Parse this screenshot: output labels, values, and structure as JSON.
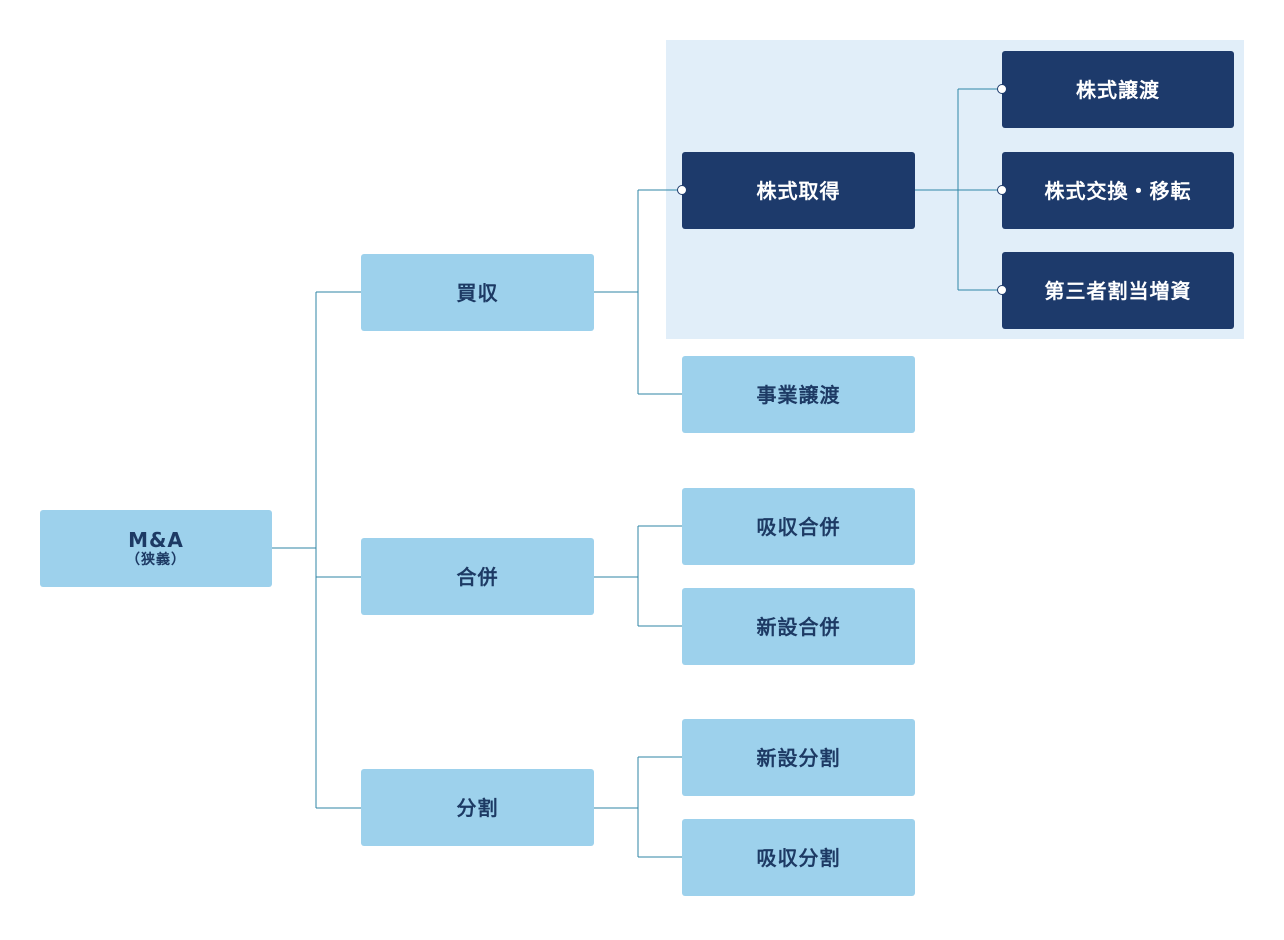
{
  "root": {
    "label": "M&A",
    "sublabel": "（狭義）"
  },
  "branches": {
    "acquisition": {
      "label": "買収",
      "children": {
        "share_acquisition": {
          "label": "株式取得",
          "children": [
            "株式譲渡",
            "株式交換・移転",
            "第三者割当増資"
          ]
        },
        "business_transfer": {
          "label": "事業譲渡"
        }
      }
    },
    "merger": {
      "label": "合併",
      "children": [
        "吸収合併",
        "新設合併"
      ]
    },
    "split": {
      "label": "分割",
      "children": [
        "新設分割",
        "吸収分割"
      ]
    }
  },
  "colors": {
    "light_box": "#9dd1ec",
    "dark_box": "#1d3a6b",
    "highlight_bg": "#e1eef9",
    "connector": "#2f86a6"
  }
}
